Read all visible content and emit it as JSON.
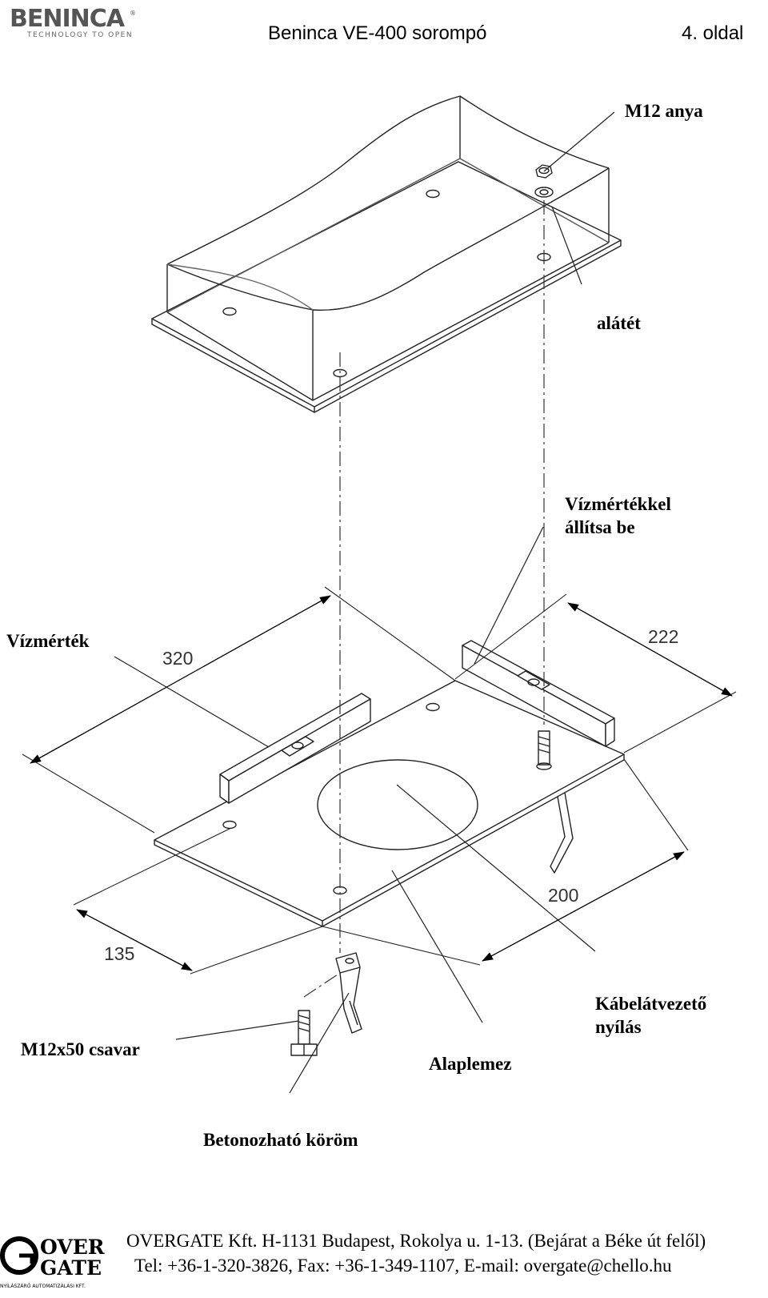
{
  "header": {
    "logo_text": "BENINCA",
    "logo_tagline": "TECHNOLOGY TO OPEN",
    "title": "Beninca VE-400 sorompó",
    "page": "4. oldal"
  },
  "labels": {
    "nut": "M12 anya",
    "washer": "alátét",
    "level_adjust_line1": "Vízmértékkel",
    "level_adjust_line2": "állítsa be",
    "spirit_level": "Vízmérték",
    "bolt": "M12x50 csavar",
    "base_plate": "Alaplemez",
    "cable_line1": "Kábelátvezető",
    "cable_line2": "nyílás",
    "anchor": "Betonozható köröm"
  },
  "dimensions": {
    "d320": "320",
    "d222": "222",
    "d200": "200",
    "d135": "135"
  },
  "footer": {
    "logo_top": "OVER",
    "logo_bottom": "GATE",
    "logo_sub": "NYÍLÁSZÁRÓ AUTOMATIZÁLÁSI KFT.",
    "line1": "OVERGATE Kft. H-1131 Budapest, Rokolya u. 1-13. (Bejárat a Béke út felől)",
    "line2": "Tel: +36-1-320-3826, Fax: +36-1-349-1107, E-mail: overgate@chello.hu"
  }
}
